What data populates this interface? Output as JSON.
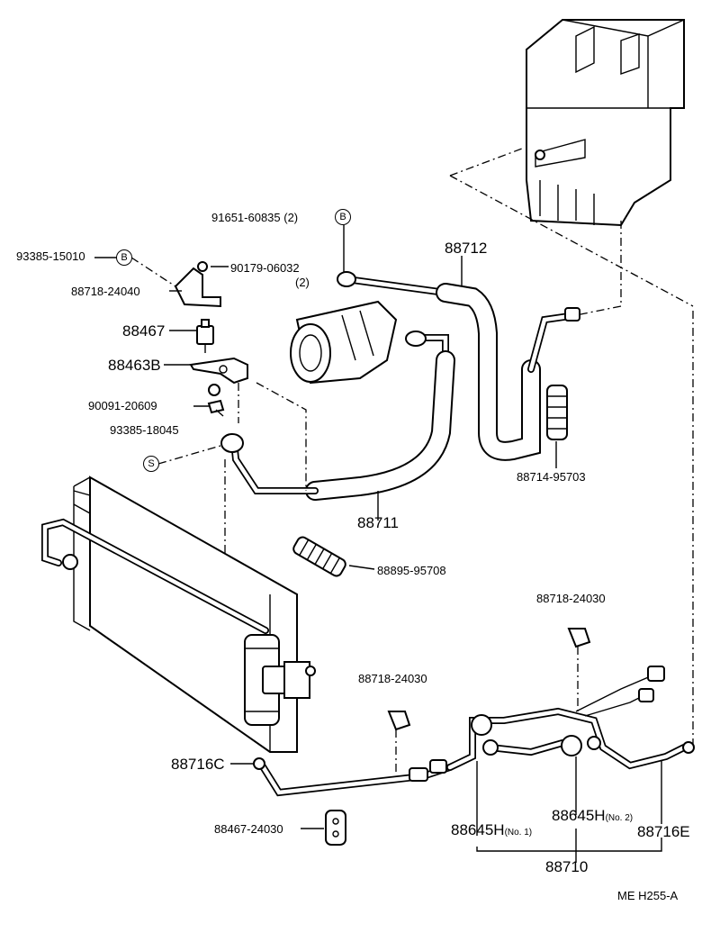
{
  "labels": {
    "p91651": "91651-60835 (2)",
    "p93385a": "93385-15010",
    "p90179": "90179-06032",
    "p90179qty": "(2)",
    "p88718a": "88718-24040",
    "p88467": "88467",
    "p88463b": "88463B",
    "p90091": "90091-20609",
    "p93385b": "93385-18045",
    "p88712": "88712",
    "p88711": "88711",
    "p88714": "88714-95703",
    "p88895": "88895-95708",
    "p88718b": "88718-24030",
    "p88718c": "88718-24030",
    "p88716c": "88716C",
    "p88467b": "88467-24030",
    "p88645h1": "88645H",
    "p88645h1no": "(No. 1)",
    "p88645h2": "88645H",
    "p88645h2no": "(No. 2)",
    "p88716e": "88716E",
    "p88710": "88710",
    "code": "ME  H255-A"
  },
  "symbols": {
    "b1": "B",
    "b2": "B",
    "s1": "S"
  }
}
